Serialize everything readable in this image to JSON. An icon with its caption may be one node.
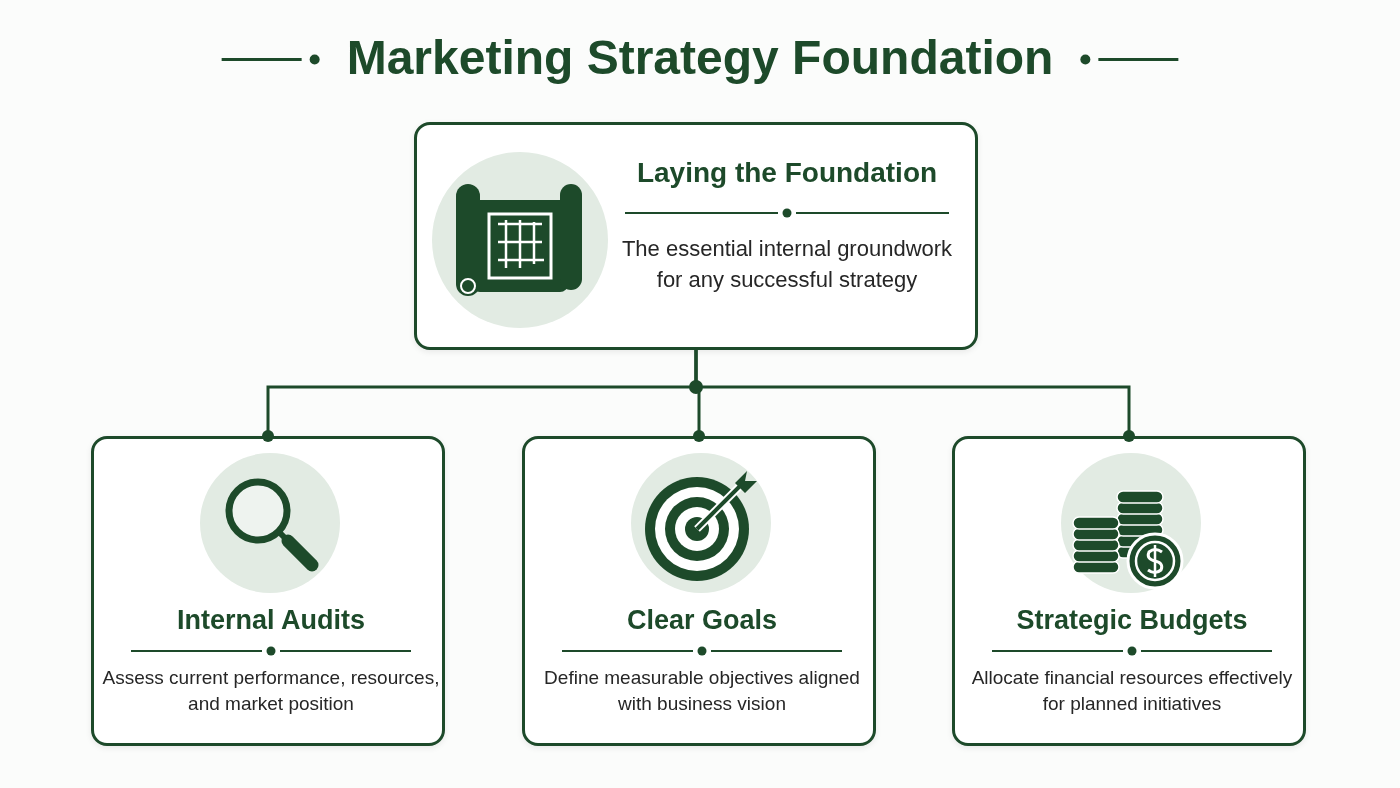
{
  "diagram": {
    "title": "Marketing Strategy Foundation",
    "nodes": [
      {
        "text": [
          "Laying the Foundation",
          "The essential internal groundwork for any successful strategy"
        ]
      },
      {
        "text": [
          "Internal Audits",
          "Assess current performance, resources, and market position"
        ]
      },
      {
        "text": [
          "Clear Goals",
          "Define measurable objectives aligned with business vision"
        ]
      },
      {
        "text": [
          "Strategic Budgets",
          "Allocate financial resources effectively for planned initiatives"
        ]
      }
    ],
    "edges": [
      {
        "from": 0,
        "to": 1,
        "arrow": "other"
      },
      {
        "from": 0,
        "to": 2,
        "arrow": "other"
      },
      {
        "from": 0,
        "to": 3,
        "arrow": "other"
      }
    ]
  }
}
